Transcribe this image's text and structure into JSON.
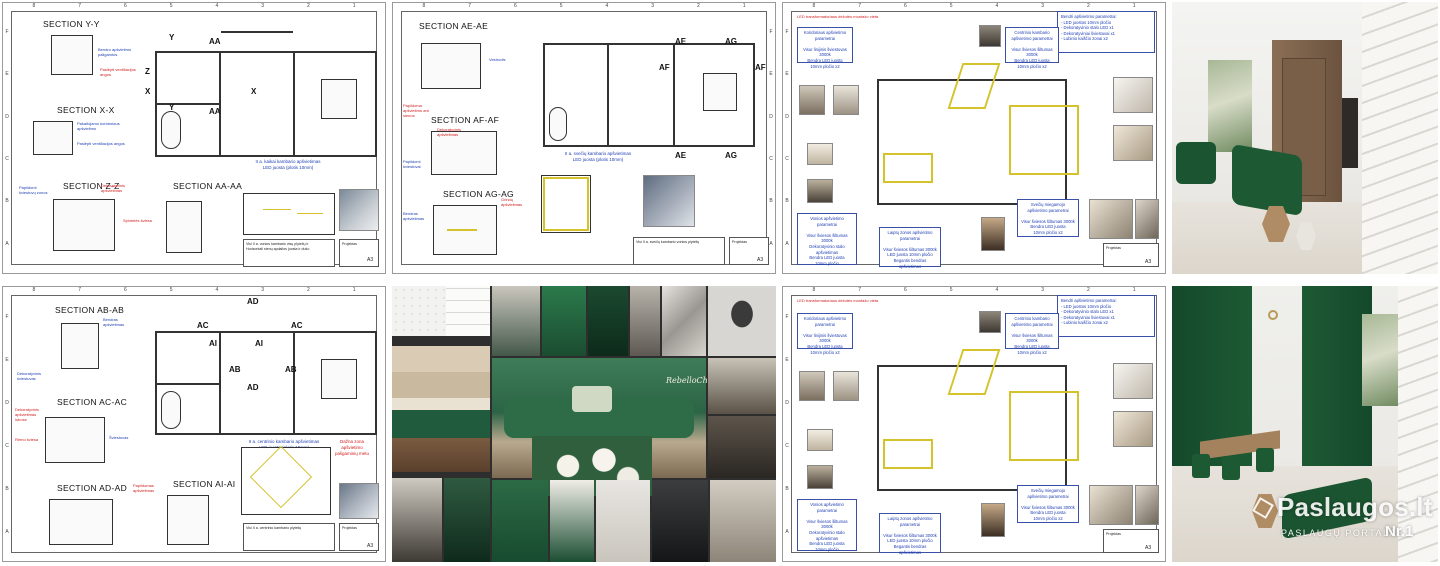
{
  "sheet_tl": {
    "sections": [
      "SECTION Y-Y",
      "SECTION X-X",
      "SECTION Z-Z",
      "SECTION AA-AA"
    ],
    "cuts": [
      "Y",
      "AA",
      "Z",
      "X",
      "AA",
      "X",
      "Y"
    ],
    "caption": "II a. kaikai kambario apšvietimas\nLED juosta (plotis 10mm)",
    "notes": "Visi II a. vonios kambario visų plytelių ir\nHorizontali sienų apdailos juosta ir dušo",
    "sheet_no": "A3"
  },
  "sheet_tm": {
    "sections": [
      "SECTION AE-AE",
      "SECTION AF-AF",
      "SECTION AG-AG"
    ],
    "cuts": [
      "AE",
      "AG",
      "AF",
      "AF",
      "AE",
      "AG"
    ],
    "caption": "II a. svečių kambario apšvietimas\nLED juosta (plotis 10mm)",
    "notes": "Visi II a. svečių kambario vonios plytelių",
    "sheet_no": "A3"
  },
  "sheet_tr": {
    "header_red": "LED transformatoriaus dėžutės montažo vieta",
    "legend": "Bendri apšvietimo parametrai:\n- LED juostos 10mm pločio\n- Dekoratyvinio stalo LED x1\n- Dekoratyviniai šviestuvai x1\n- Lubinio kaiščio zonai x2",
    "boxes": [
      "Koridoriaus apšvietimo parametrai\n\nVisur linijinis šviestuvas 3000k\nBendra LED juosta\n10mm pločio x2",
      "Centrinio kambario apšvietimo parametrai\n\nVisur šviesos šiltumas 3000k\nBendra LED juosta\n10mm pločio x2",
      "Vonios apšvietimo parametrai\n\nVisur šviesos šiltumas 3000k\nDekoratyvinio stalo apšvietimas\nBendra LED juosta\n10mm pločio",
      "Laiptų zonos apšvietimo parametrai\n\nVisur šviesos šiltumas 3000k\nLED juosta 10mm pločio\nBegantis bendras apšvietimas",
      "Svečių miegamojo apšvietimo parametrai\n\nVisur šviesos šiltumas 3000k\nBendra LED juosta\n10mm pločio x2"
    ],
    "sheet_no": "A3"
  },
  "sheet_bl": {
    "sections": [
      "SECTION AB-AB",
      "SECTION AC-AC",
      "SECTION AD-AD",
      "SECTION AI-AI"
    ],
    "cuts": [
      "AD",
      "AC",
      "AC",
      "AI",
      "AI",
      "AB",
      "AB",
      "AD"
    ],
    "caption": "II a. centrinio kambario apšvietimas\nLED juosta (plotis 10mm)",
    "caption_red": "Dažna zona\napšvietimo\npaligaminių metu",
    "notes": "Visi II a. centrinio kambario plytelių",
    "sheet_no": "A3"
  },
  "sheet_br": {
    "header_red": "LED transformatoriaus dėžutės montažo vieta",
    "legend": "Bendri apšvietimo parametrai:\n- LED juostos 10mm pločio\n- Dekoratyvinio stalo LED x1\n- Dekoratyviniai šviestuvai x1\n- Lubinio kaiščio zonai x2",
    "boxes": [
      "Koridoriaus apšvietimo parametrai\n\nVisur linijinis šviestuvas 3000k\nBendra LED juosta\n10mm pločio x2",
      "Centrinio kambario apšvietimo parametrai\n\nVisur šviesos šiltumas 3000k\nBendra LED juosta\n10mm pločio x2",
      "Vonios apšvietimo parametrai\n\nVisur šviesos šiltumas 3000k\nDekoratyvinio stalo apšvietimas\nBendra LED juosta\n10mm pločio",
      "Laiptų zonos apšvietimo parametrai\n\nVisur šviesos šiltumas 3000k\nLED juosta 10mm pločio\nBegantis bendras apšvietimas",
      "Svečių miegamojo apšvietimo parametrai\n\nVisur šviesos šiltumas 3000k\nBendra LED juosta\n10mm pločio x2"
    ],
    "sheet_no": "A3"
  },
  "moodboard": {
    "logo": "RebelloChic",
    "colors": {
      "forest_green": "#1f5b3c",
      "emerald": "#2b7a4b",
      "sand": "#d9cbb4",
      "walnut": "#6b4a33",
      "charcoal": "#2c2f30"
    }
  },
  "watermark": {
    "logo": "Paslaugos.lt",
    "sub": "PASLAUGŲ PORTALAS",
    "badge": "Nr.1"
  },
  "colors": {
    "drawing_line": "#333333",
    "note_blue": "#1f3fb3",
    "note_red": "#d12020",
    "led_gold": "#d4c32a",
    "velvet_green": "#1d5a33"
  }
}
